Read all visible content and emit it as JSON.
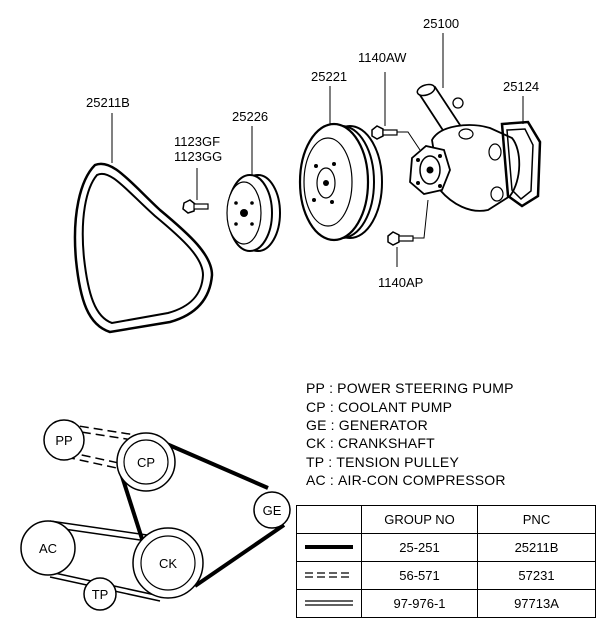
{
  "parts": {
    "belt": "25211B",
    "bolt_upper": "1123GF",
    "bolt_lower": "1123GG",
    "small_pulley": "25226",
    "crank_pulley": "25221",
    "water_pump": "25100",
    "bolt_top": "1140AW",
    "gasket": "25124",
    "bolt_bottom": "1140AP"
  },
  "pulleys": {
    "pp": "PP",
    "cp": "CP",
    "ge": "GE",
    "ac": "AC",
    "ck": "CK",
    "tp": "TP"
  },
  "legend": [
    {
      "code": "PP",
      "sep": ":",
      "desc": "POWER STEERING PUMP"
    },
    {
      "code": "CP",
      "sep": ":",
      "desc": "COOLANT PUMP"
    },
    {
      "code": "GE",
      "sep": ":",
      "desc": "GENERATOR"
    },
    {
      "code": "CK",
      "sep": ":",
      "desc": "CRANKSHAFT"
    },
    {
      "code": "TP",
      "sep": ":",
      "desc": "TENSION PULLEY"
    },
    {
      "code": "AC",
      "sep": ":",
      "desc": "AIR-CON COMPRESSOR"
    }
  ],
  "table": {
    "headers": [
      "",
      "GROUP NO",
      "PNC"
    ],
    "rows": [
      {
        "line_style": "solid-thick",
        "group_no": "25-251",
        "pnc": "25211B"
      },
      {
        "line_style": "dashed-double",
        "group_no": "56-571",
        "pnc": "57231"
      },
      {
        "line_style": "double",
        "group_no": "97-976-1",
        "pnc": "97713A"
      }
    ]
  },
  "colors": {
    "ink": "#000000",
    "paper": "#ffffff"
  }
}
